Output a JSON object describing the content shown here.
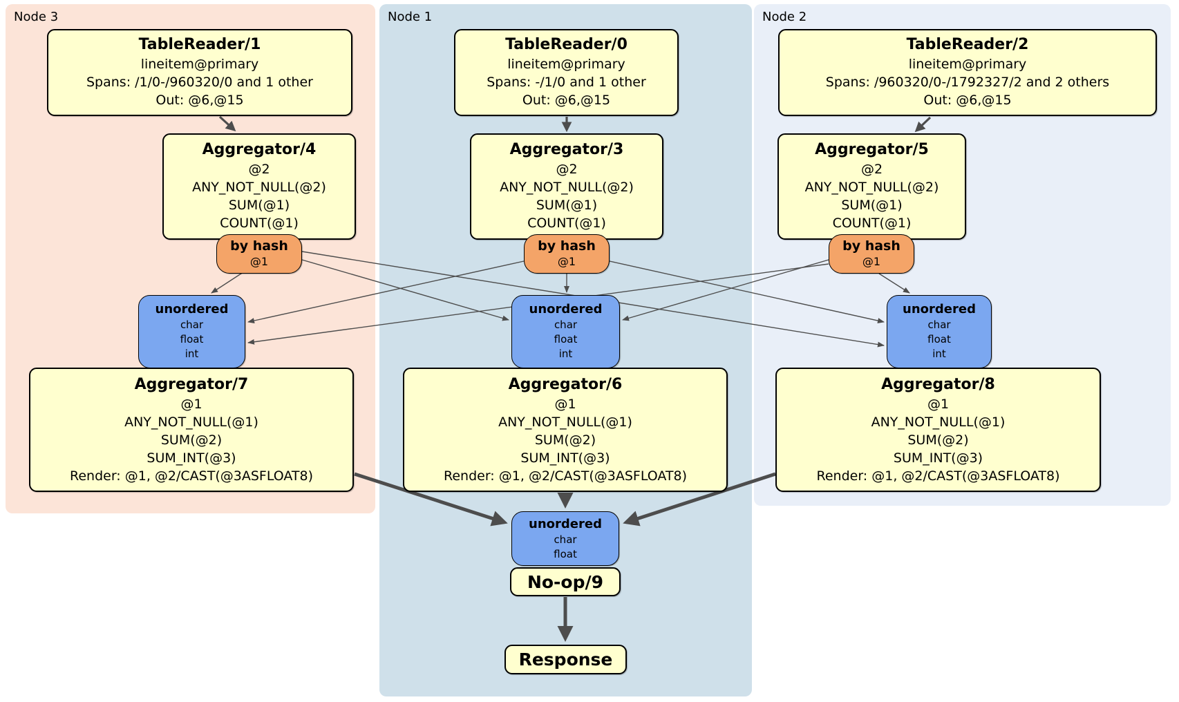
{
  "colors": {
    "page_bg": "#FFFFFF",
    "node3_bg": "#FCE4D8",
    "node1_bg": "#CFE0EA",
    "node2_bg": "#E9EFF8",
    "processor_bg": "#FFFFCF",
    "router_bg": "#F4A468",
    "sync_bg": "#7BA7F0",
    "box_border": "#000000",
    "edge_color": "#4D4D4D",
    "text_color": "#000000"
  },
  "regions": [
    {
      "label": "Node 3"
    },
    {
      "label": "Node 1"
    },
    {
      "label": "Node 2"
    }
  ],
  "processors": {
    "tr1": {
      "title": "TableReader/1",
      "lines": [
        "lineitem@primary",
        "Spans: /1/0-/960320/0 and 1 other",
        "Out: @6,@15"
      ]
    },
    "tr0": {
      "title": "TableReader/0",
      "lines": [
        "lineitem@primary",
        "Spans: -/1/0 and 1 other",
        "Out: @6,@15"
      ]
    },
    "tr2": {
      "title": "TableReader/2",
      "lines": [
        "lineitem@primary",
        "Spans: /960320/0-/1792327/2 and 2 others",
        "Out: @6,@15"
      ]
    },
    "agg4": {
      "title": "Aggregator/4",
      "lines": [
        "@2",
        "ANY_NOT_NULL(@2)",
        "SUM(@1)",
        "COUNT(@1)"
      ]
    },
    "agg3": {
      "title": "Aggregator/3",
      "lines": [
        "@2",
        "ANY_NOT_NULL(@2)",
        "SUM(@1)",
        "COUNT(@1)"
      ]
    },
    "agg5": {
      "title": "Aggregator/5",
      "lines": [
        "@2",
        "ANY_NOT_NULL(@2)",
        "SUM(@1)",
        "COUNT(@1)"
      ]
    },
    "agg7": {
      "title": "Aggregator/7",
      "lines": [
        "@1",
        "ANY_NOT_NULL(@1)",
        "SUM(@2)",
        "SUM_INT(@3)",
        "Render: @1, @2/CAST(@3ASFLOAT8)"
      ]
    },
    "agg6": {
      "title": "Aggregator/6",
      "lines": [
        "@1",
        "ANY_NOT_NULL(@1)",
        "SUM(@2)",
        "SUM_INT(@3)",
        "Render: @1, @2/CAST(@3ASFLOAT8)"
      ]
    },
    "agg8": {
      "title": "Aggregator/8",
      "lines": [
        "@1",
        "ANY_NOT_NULL(@1)",
        "SUM(@2)",
        "SUM_INT(@3)",
        "Render: @1, @2/CAST(@3ASFLOAT8)"
      ]
    },
    "noop": {
      "title": "No-op/9"
    },
    "response": {
      "title": "Response"
    }
  },
  "routers": {
    "left": {
      "title": "by hash",
      "detail": "@1"
    },
    "middle": {
      "title": "by hash",
      "detail": "@1"
    },
    "right": {
      "title": "by hash",
      "detail": "@1"
    }
  },
  "synchronizers": {
    "left": {
      "title": "unordered",
      "lines": [
        "char",
        "float",
        "int"
      ]
    },
    "middle": {
      "title": "unordered",
      "lines": [
        "char",
        "float",
        "int"
      ]
    },
    "right": {
      "title": "unordered",
      "lines": [
        "char",
        "float",
        "int"
      ]
    },
    "final": {
      "title": "unordered",
      "lines": [
        "char",
        "float"
      ]
    }
  }
}
